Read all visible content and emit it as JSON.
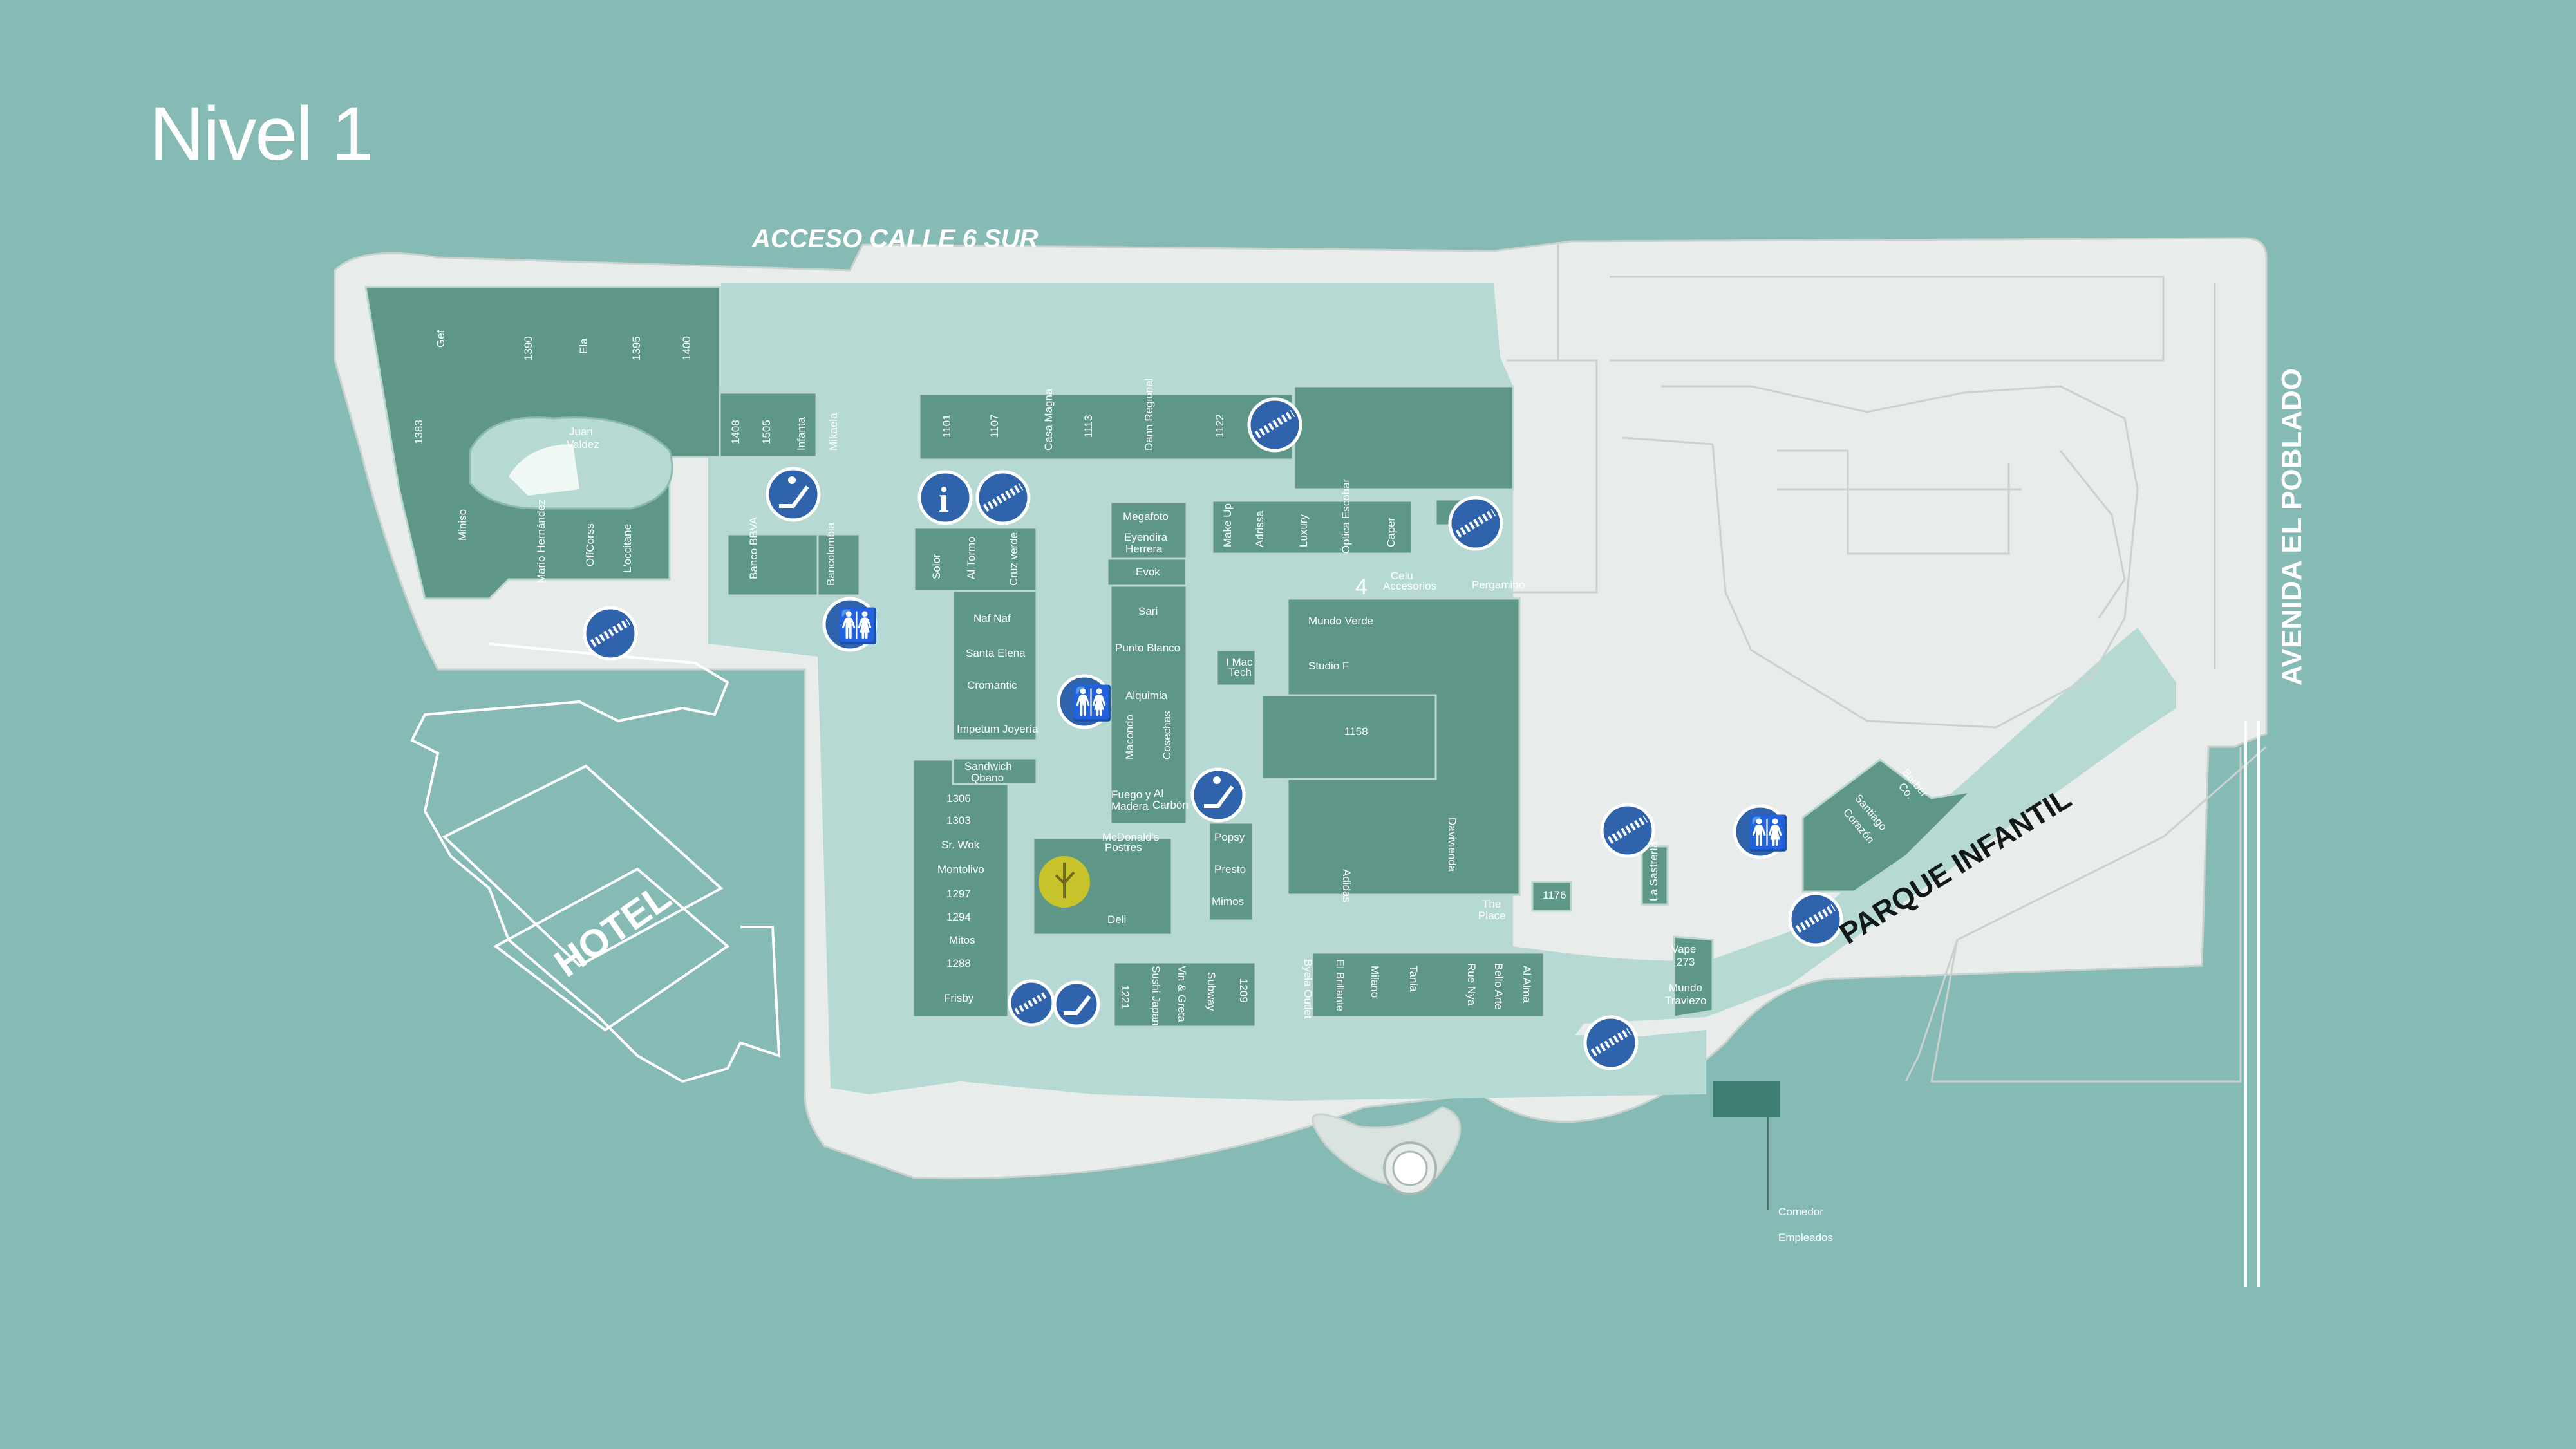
{
  "title": "Nivel 1",
  "labels": {
    "access_north": "ACCESO CALLE 6 SUR",
    "avenue_east": "AVENIDA EL POBLADO",
    "hotel": "HOTEL",
    "kids_park": "PARQUE INFANTIL",
    "employee_dining": "Comedor\nEmpleados"
  },
  "zone_number": "4",
  "stores": [
    "Gef",
    "1390",
    "Ela",
    "1395",
    "1400",
    "1383",
    "Juan Valdez",
    "Miniso",
    "Mario Hernández",
    "OffCorss",
    "L'occitane",
    "1408",
    "1505",
    "Infanta",
    "Mikaela",
    "Bancolombia",
    "Banco BBVA",
    "1101",
    "1107",
    "Casa Magna",
    "1113",
    "Dann Regional",
    "1122",
    "Solor",
    "Al Tormo",
    "Cruz verde",
    "Naf Naf",
    "Santa Elena",
    "Cromantic",
    "Impetum Joyería",
    "Megafoto",
    "Eyendira Herrera",
    "Evok",
    "Sari",
    "Punto Blanco",
    "Alquimia",
    "Macondo",
    "Cosechas",
    "Fuego y Madera",
    "Al Carbón",
    "Make Up",
    "Adrissa",
    "Luxury",
    "Óptica Escobar",
    "Caper",
    "Celu Accesorios",
    "Pergamino",
    "I Mac Tech",
    "Mundo Verde",
    "Studio F",
    "1158",
    "Adidas",
    "Davivienda",
    "The Place",
    "1176",
    "La Sastrería",
    "Sandwich Qbano",
    "1306",
    "1303",
    "Sr. Wok",
    "Montolivo",
    "1297",
    "1294",
    "Mitos",
    "1288",
    "Frisby",
    "McDonald's Postres",
    "Deli",
    "Popsy",
    "Presto",
    "Mimos",
    "1221",
    "Sushi Japan",
    "Vin & Greta",
    "Subway",
    "1209",
    "Byela Outlet",
    "El Brillante",
    "Milano",
    "Tania",
    "Rue Nya",
    "Bello Arte",
    "Al Alma",
    "Vape 273",
    "Mundo Traviezo",
    "Barber Co.",
    "Santiago Corazón"
  ],
  "icons": [
    "escalator-icon",
    "elevator-icon",
    "restroom-icon",
    "info-icon"
  ],
  "colors": {
    "background": "#85bab5",
    "store": "#5e9688",
    "corridor": "#b6d9d3",
    "ground": "#e8ecea",
    "icon": "#2f64ad",
    "evok": "#9d9a4f",
    "tree": "#c8c32a"
  }
}
